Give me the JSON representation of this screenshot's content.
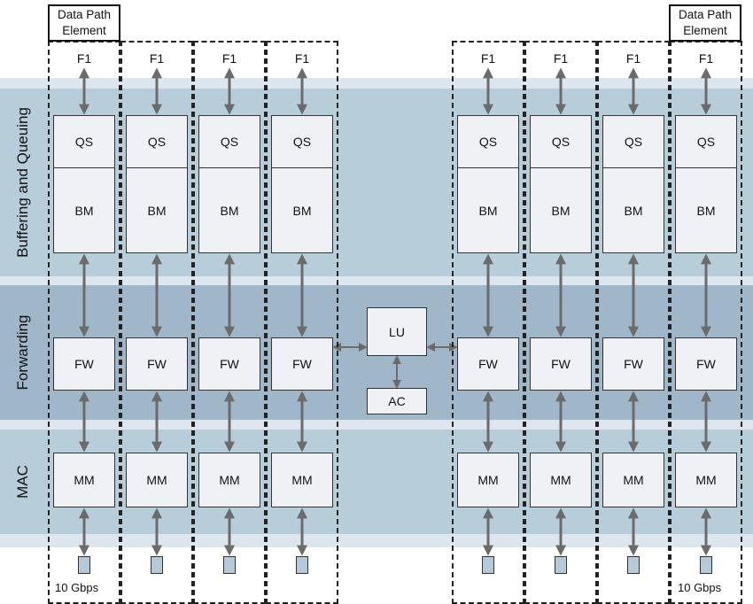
{
  "bands": {
    "buffering": "Buffering and Queuing",
    "forwarding": "Forwarding",
    "mac": "MAC"
  },
  "data_path_element": {
    "left": "Data Path Element",
    "right": "Data Path Element"
  },
  "columns": [
    {
      "f1": "F1",
      "qs": "QS",
      "bm": "BM",
      "fw": "FW",
      "mm": "MM"
    },
    {
      "f1": "F1",
      "qs": "QS",
      "bm": "BM",
      "fw": "FW",
      "mm": "MM"
    },
    {
      "f1": "F1",
      "qs": "QS",
      "bm": "BM",
      "fw": "FW",
      "mm": "MM"
    },
    {
      "f1": "F1",
      "qs": "QS",
      "bm": "BM",
      "fw": "FW",
      "mm": "MM"
    },
    {
      "f1": "F1",
      "qs": "QS",
      "bm": "BM",
      "fw": "FW",
      "mm": "MM"
    },
    {
      "f1": "F1",
      "qs": "QS",
      "bm": "BM",
      "fw": "FW",
      "mm": "MM"
    },
    {
      "f1": "F1",
      "qs": "QS",
      "bm": "BM",
      "fw": "FW",
      "mm": "MM"
    },
    {
      "f1": "F1",
      "qs": "QS",
      "bm": "BM",
      "fw": "FW",
      "mm": "MM"
    }
  ],
  "center": {
    "lu": "LU",
    "ac": "AC"
  },
  "speed": {
    "left": "10 Gbps",
    "right": "10 Gbps"
  },
  "colors": {
    "outer_band": "#dde6ee",
    "buffer_band": "#b8cdda",
    "forward_band": "#9fb7c9",
    "box_fill": "#f0f1f6",
    "arrow": "#6b6b6b"
  }
}
